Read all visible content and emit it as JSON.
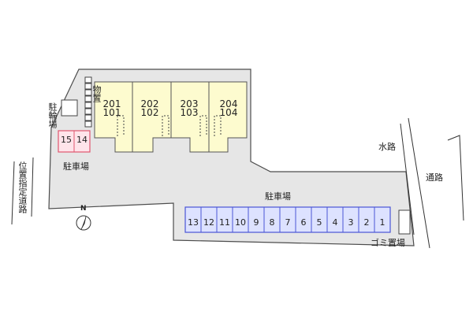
{
  "colors": {
    "lot": "#e6e6e6",
    "outline": "#4d4d4d",
    "building": "#fdfbcf",
    "parking_main": "#dde2ff",
    "parking_main_border": "#4a55d6",
    "parking_red": "#ffe4ea",
    "parking_red_border": "#e0566f"
  },
  "units": [
    {
      "upper": "201",
      "lower": "101"
    },
    {
      "upper": "202",
      "lower": "102"
    },
    {
      "upper": "203",
      "lower": "103"
    },
    {
      "upper": "204",
      "lower": "104"
    }
  ],
  "labels": {
    "storage": "物置",
    "bicycle": "駐輪場",
    "parking_left": "駐車場",
    "parking_main": "駐車場",
    "waterway": "水路",
    "road_right": "通路",
    "road_left": "位置指定道路",
    "trash": "ゴミ置場",
    "north": "N"
  },
  "parking_main_spaces": [
    "13",
    "12",
    "11",
    "10",
    "9",
    "8",
    "7",
    "6",
    "5",
    "4",
    "3",
    "2",
    "1"
  ],
  "parking_red_spaces": [
    "15",
    "14"
  ],
  "icons": [
    "north-arrow-icon"
  ]
}
